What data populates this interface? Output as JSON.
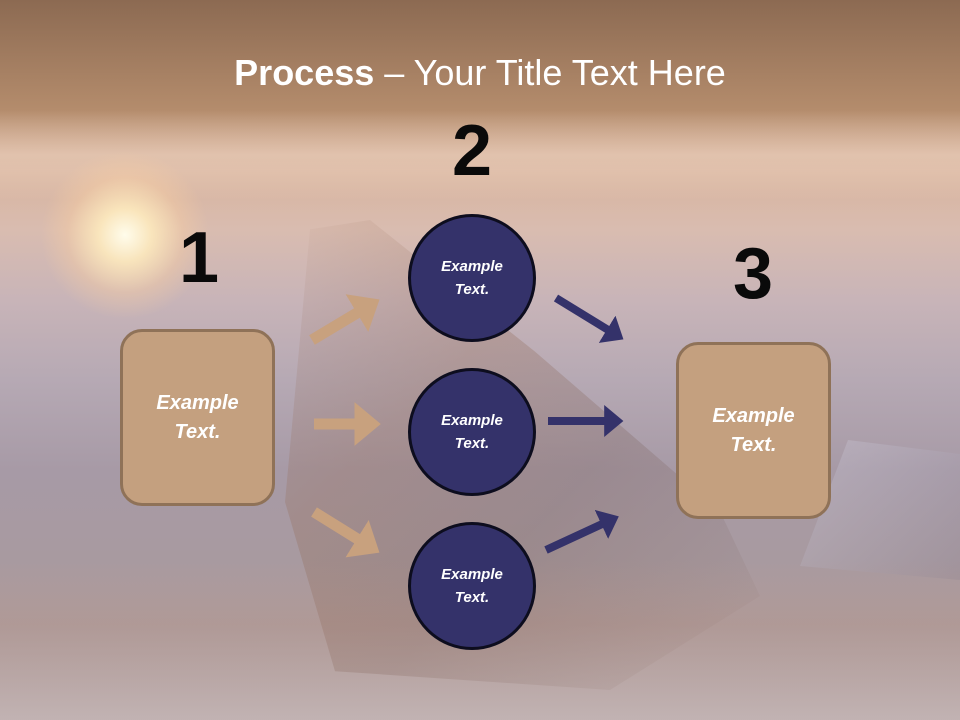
{
  "title": {
    "bold": "Process",
    "rest": " – Your Title Text Here"
  },
  "numbers": [
    "1",
    "2",
    "3"
  ],
  "boxes": {
    "left": "Example Text.",
    "right": "Example Text."
  },
  "circles": [
    "Example Text.",
    "Example Text.",
    "Example Text."
  ],
  "colors": {
    "box_fill": "#c4a07f",
    "circle_fill": "#34326a",
    "tan_arrow": "#c8a17e",
    "navy_arrow": "#34326a"
  }
}
